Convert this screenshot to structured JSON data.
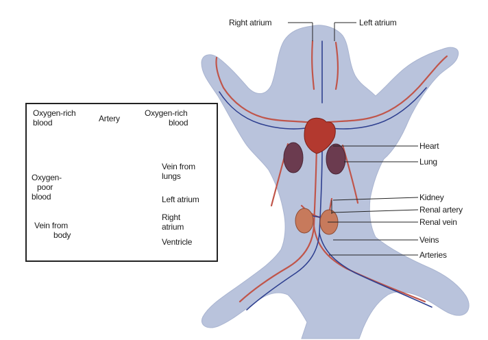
{
  "frog_labels": {
    "right_atrium": "Right atrium",
    "left_atrium": "Left atrium",
    "heart": "Heart",
    "lung": "Lung",
    "kidney": "Kidney",
    "renal_artery": "Renal artery",
    "renal_vein": "Renal vein",
    "veins": "Veins",
    "arteries": "Arteries"
  },
  "heart_inset_labels": {
    "oxygen_rich_blood_left": [
      "Oxygen-rich",
      "blood"
    ],
    "artery": "Artery",
    "oxygen_rich_blood_right": [
      "Oxygen-rich",
      "blood"
    ],
    "vein_from_lungs": [
      "Vein from",
      "lungs"
    ],
    "oxygen_poor_blood": [
      "Oxygen-",
      "poor",
      "blood"
    ],
    "left_atrium": "Left atrium",
    "right_atrium": [
      "Right",
      "atrium"
    ],
    "vein_from_body": [
      "Vein from",
      "body"
    ],
    "ventricle": "Ventricle"
  },
  "colors": {
    "frog_body": "#b9c3dc",
    "artery": "#c0554a",
    "vein": "#2e3f8f",
    "heart": "#b3392f",
    "lung": "#6b3b4f",
    "kidney": "#c77a5c"
  }
}
